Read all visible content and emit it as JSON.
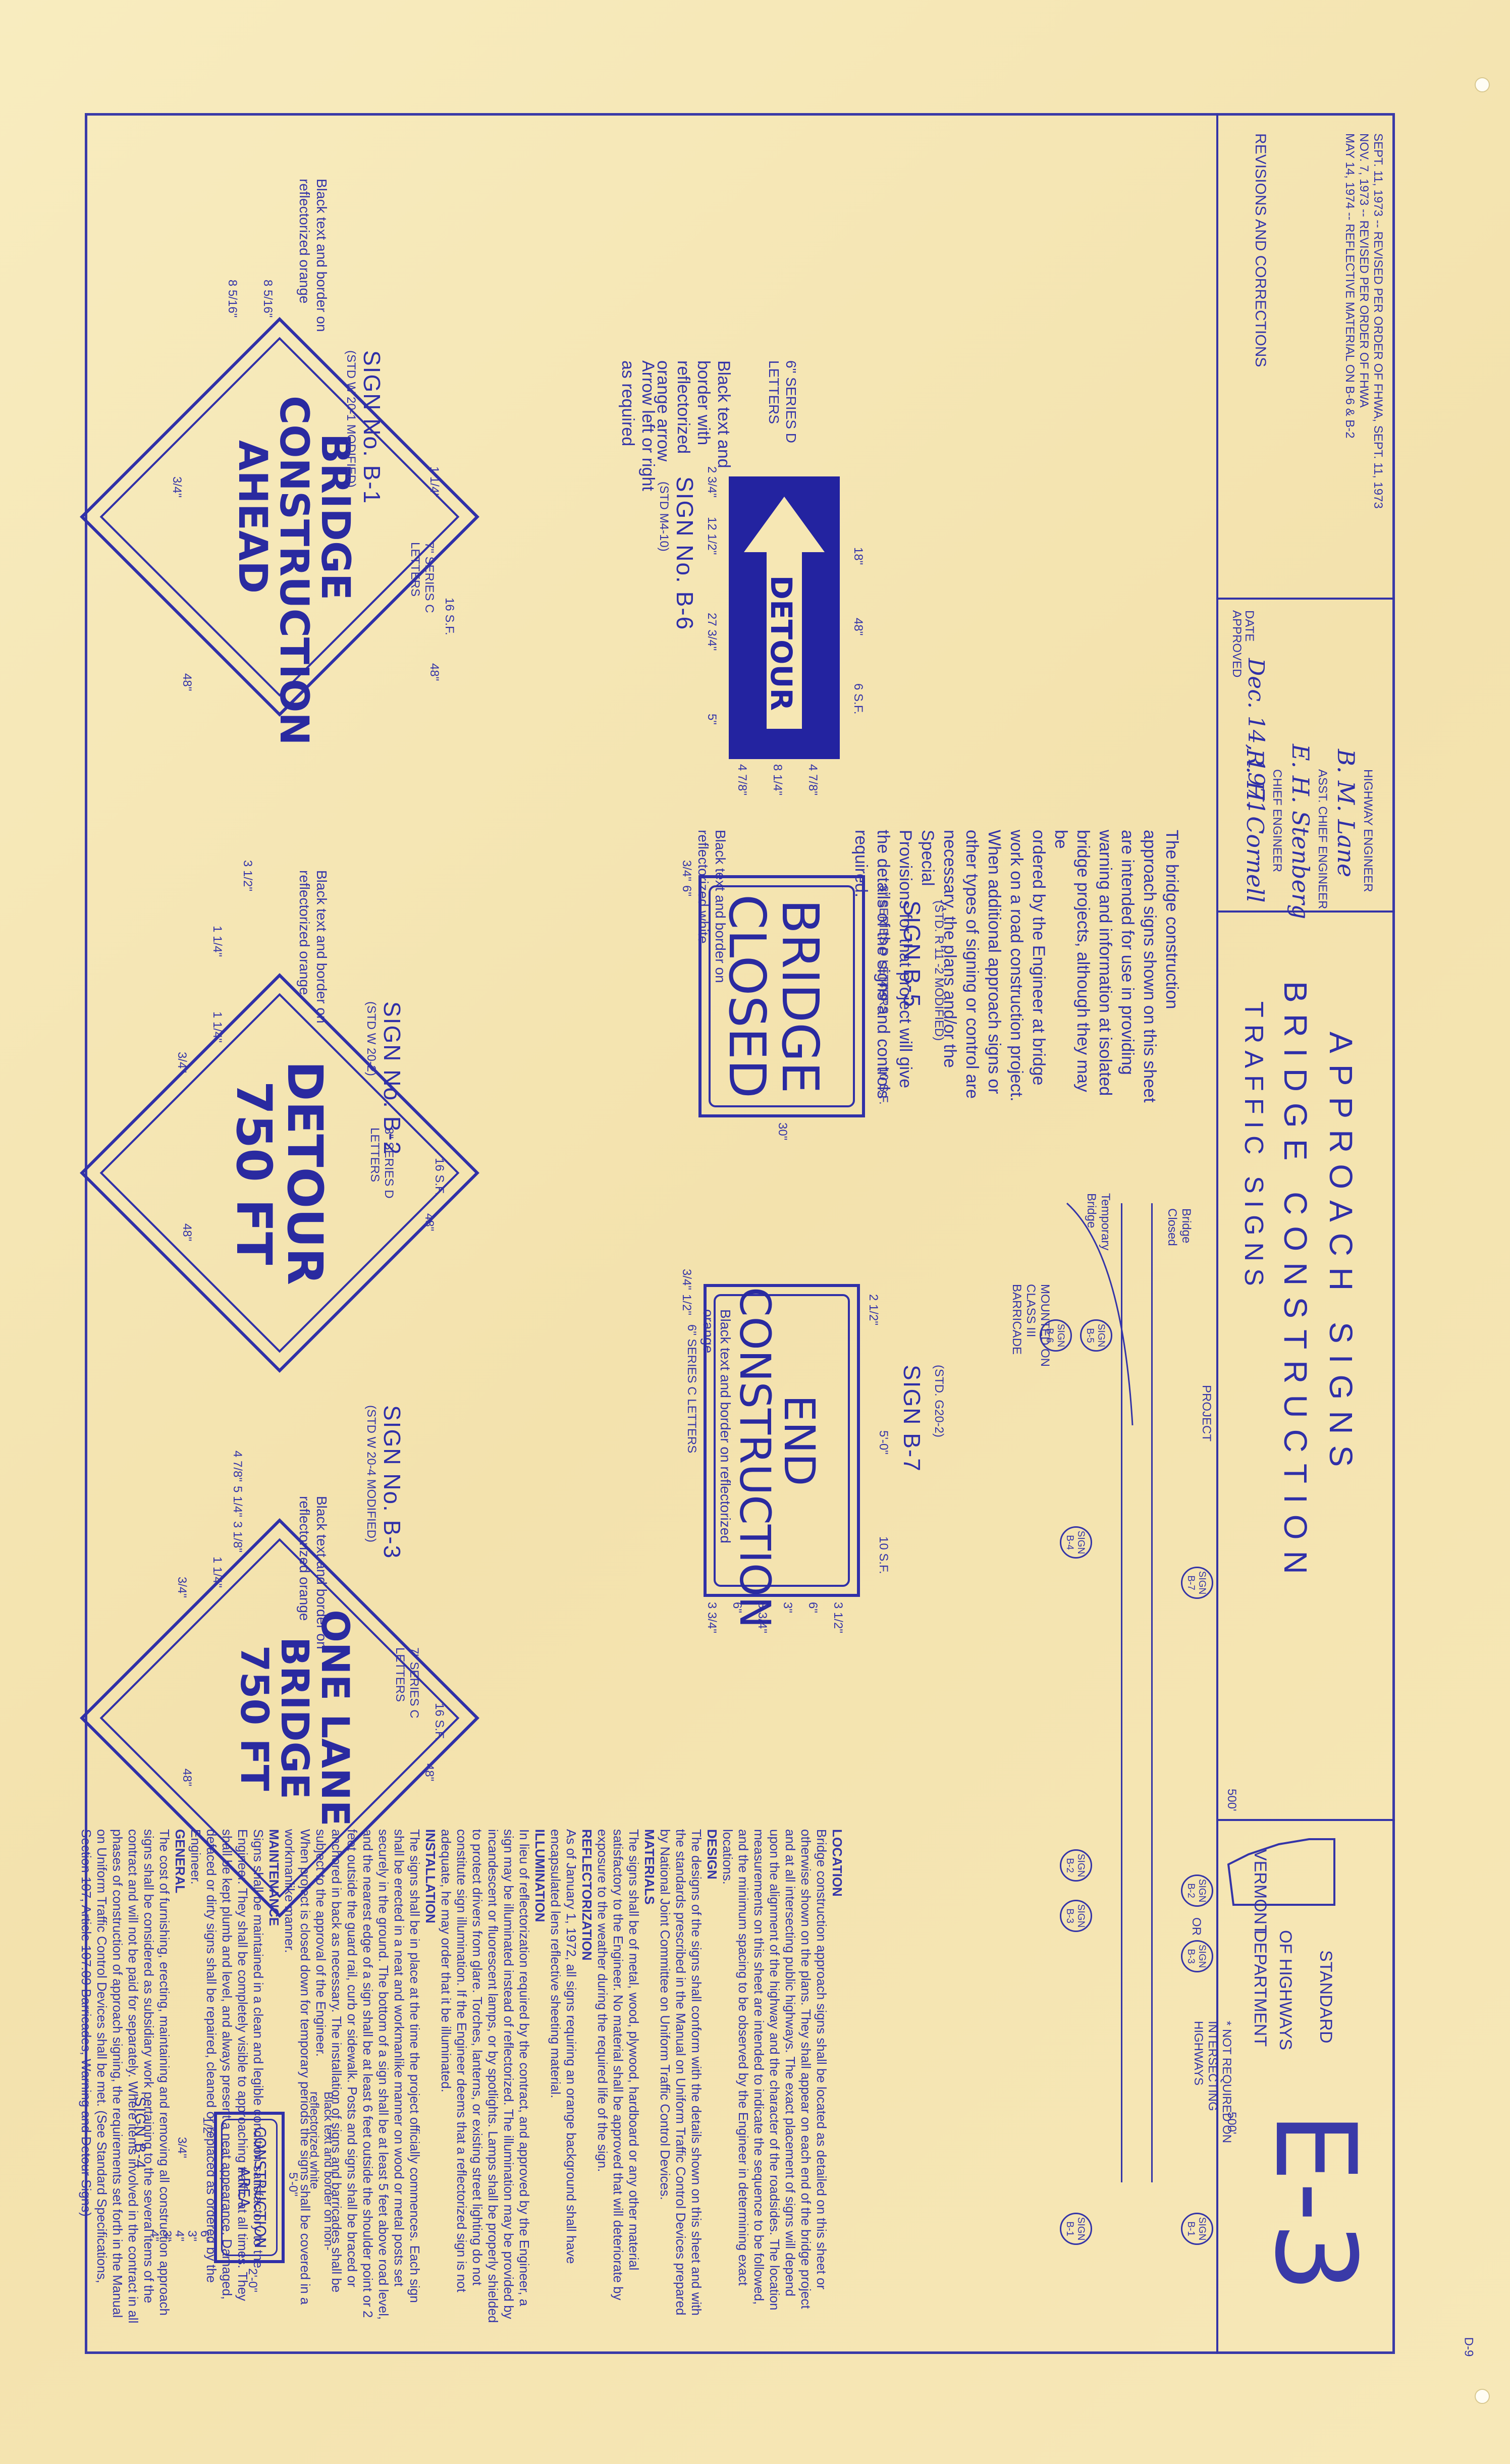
{
  "sheet": {
    "drawing_number": "E-3",
    "corner_mark": "D-9"
  },
  "signs": {
    "b1": {
      "note": "Black text and border on reflectorized orange",
      "lines": [
        "BRIDGE",
        "CONSTRUCTION",
        "AHEAD"
      ],
      "letters": "7\" SERIES C LETTERS",
      "name": "SIGN No. B-1",
      "std": "(STD W 20-1 MODIFIED)",
      "dims": [
        "8 5/16\"",
        "8 5/16\"",
        "1 1/4\"",
        "3/4\"",
        "16 S.F.",
        "48\"",
        "48\""
      ]
    },
    "b2": {
      "note": "Black text and border on reflectorized orange",
      "lines": [
        "DETOUR",
        "750 FT"
      ],
      "letters": "8\" SERIES D LETTERS",
      "name": "SIGN No. B-2",
      "std": "(STD W 20-2)",
      "dims": [
        "3 1/2\"",
        "1 1/4\"",
        "1 1/4\"",
        "3/4\"",
        "16 S.F.",
        "48\"",
        "48\""
      ]
    },
    "b3": {
      "note": "Black text and border on reflectorized orange",
      "lines": [
        "ONE LANE",
        "BRIDGE",
        "750 FT"
      ],
      "letters": "7\" SERIES C LETTERS",
      "name": "SIGN No. B-3",
      "std": "(STD W 20-4 MODIFIED)",
      "dims": [
        "4 7/8\"",
        "5 1/4\"",
        "3 1/8\"",
        "1 1/4\"",
        "3/4\"",
        "16 S.F.",
        "48\"",
        "48\""
      ]
    },
    "b4": {
      "name": "SIGN B-4",
      "lines": [
        "CONSTRUCTION",
        "AREA"
      ],
      "note": "Black text and border on non-reflectorized white",
      "dims": [
        "3/4\"",
        "1/2\"",
        "5'-0\"",
        "2'-0\"",
        "6\"",
        "3\"",
        "4\"",
        "3\"",
        "4\""
      ]
    },
    "b5": {
      "note": "Black text and border on reflectorized white",
      "lines": [
        "BRIDGE",
        "CLOSED"
      ],
      "letters": "8\" SERIES D LETTERS",
      "name": "SIGN B-5",
      "std": "(STD. R 11 -2 MODIFIED)",
      "dims": [
        "3/4\"",
        "6\"",
        "4'-0\"",
        "10 S.F.",
        "30\""
      ]
    },
    "b6": {
      "lines": [
        "DETOUR"
      ],
      "letters": "6\" SERIES D LETTERS",
      "note_lines": [
        "Black text and",
        "border with",
        "reflectorized",
        "orange arrow"
      ],
      "arrow_note": [
        "Arrow left or right",
        "as required"
      ],
      "name": "SIGN No. B-6",
      "std": "(STD M4-10)",
      "dims": [
        "2 3/4\"",
        "12 1/2\"",
        "27 3/4\"",
        "5\"",
        "18\"",
        "48\"",
        "6 S.F.",
        "4 7/8\"",
        "8 1/4\"",
        "4 7/8\""
      ]
    },
    "b7": {
      "note": "Black text and border on reflectorized orange",
      "lines": [
        "END",
        "CONSTRUCTION"
      ],
      "letters": "6\" SERIES C LETTERS",
      "name": "SIGN B-7",
      "std": "(STD. G20-2)",
      "dims": [
        "3/4\"",
        "1/2\"",
        "2 1/2\"",
        "5'-0\"",
        "10 S.F.",
        "3 1/2\"",
        "6\"",
        "3\"",
        "3 3/4\"",
        "6\"",
        "3 3/4\""
      ]
    }
  },
  "approach_note": [
    "The bridge construction",
    "approach signs shown on this sheet",
    "are intended for use in providing",
    "warning and information at isolated",
    "bridge projects, although they may be",
    "ordered by the Engineer at bridge",
    "work on a road construction project.",
    "When additional approach signs or",
    "other types of signing or control are",
    "necessary, the plans and/or the Special",
    "Provisions for that project will give",
    "the details of the signs and controls",
    "required."
  ],
  "layout": {
    "temporary_bridge": "Temporary Bridge",
    "bridge_closed": "Bridge Closed",
    "mounted_on": "MOUNTED ON CLASS III BARRICADE",
    "project": "PROJECT",
    "dist1": "500'",
    "dist2": "500'",
    "not_required": "* NOT REQUIRED ON INTERSECTING HIGHWAYS",
    "circles": [
      {
        "id": "b5",
        "text": "SIGN B-5"
      },
      {
        "id": "b6",
        "text": "SIGN B-6"
      },
      {
        "id": "b4a",
        "text": "SIGN B-4"
      },
      {
        "id": "b7",
        "text": "SIGN B-7"
      },
      {
        "id": "b2a",
        "text": "SIGN B-2"
      },
      {
        "id": "b3a",
        "text": "SIGN B-3"
      },
      {
        "id": "b2b",
        "text": "SIGN B-2"
      },
      {
        "id": "or",
        "text": "OR"
      },
      {
        "id": "b3b",
        "text": "SIGN B-3"
      },
      {
        "id": "b1a",
        "text": "SIGN B-1"
      },
      {
        "id": "b1b",
        "text": "SIGN B-1"
      }
    ]
  },
  "specs": {
    "location_head": "LOCATION",
    "location": "Bridge construction approach signs shall be located as detailed on this sheet or otherwise shown on the plans. They shall appear on each end of the bridge project and at all intersecting public highways. The exact placement of signs will depend upon the alignment of the highway and the character of the roadsides. The location measurements on this sheet are intended to indicate the sequence to be followed, and the minimum spacing to be observed by the Engineer in determining exact locations.",
    "design_head": "DESIGN",
    "design": "The designs of the signs shall conform with the details shown on this sheet and with the standards prescribed in the Manual on Uniform Traffic Control Devices prepared by National Joint Committee on Uniform Traffic Control Devices.",
    "materials_head": "MATERIALS",
    "materials": "The signs shall be of metal, wood, plywood, hardboard or any other material satisfactory to the Engineer. No material shall be approved that will deteriorate by exposure to the weather during the required life of the sign.",
    "reflect_head": "REFLECTORIZATION",
    "reflect": "As of January 1, 1972, all signs requiring an orange background shall have encapsulated lens reflective sheeting material.",
    "illum_head": "ILLUMINATION",
    "illum": "In lieu of reflectorization required by the contract, and approved by the Engineer, a sign may be illuminated instead of reflectorized. The illumination may be provided by incandescent or fluorescent lamps, or by spotlights. Lamps shall be properly shielded to protect drivers from glare. Torches, lanterns, or existing street lighting do not constitute sign illumination. If the Engineer deems that a reflectorized sign is not adequate, he may order that it be illuminated.",
    "install_head": "INSTALLATION",
    "install": "The signs shall be in place at the time the project officially commences. Each sign shall be erected in a neat and workmanlike manner on wood or metal posts set securely in the ground. The bottom of a sign shall be at least 5 feet above road level, and the nearest edge of a sign shall be at least 6 feet outside the shoulder point or 2 feet outside the guard rail, curb or sidewalk. Posts and signs shall be braced or anchored in back as necessary. The installation of signs and barricades shall be subject to the approval of the Engineer.",
    "install2": "When project is closed down for temporary periods the signs shall be covered in a workmanlike manner.",
    "maint_head": "MAINTENANCE",
    "maint": "Signs shall be maintained in a clean and legible condition satisfactory to the Engineer. They shall be completely visible to approaching traffic at all times. They shall be kept plumb and level, and always present a neat appearance. Damaged, defaced or dirty signs shall be repaired, cleaned or replaced as ordered by the Engineer.",
    "general_head": "GENERAL",
    "general": "The cost of furnishing, erecting, maintaining and removing all construction approach signs shall be considered as subsidiary work pertaining to the several items of the contract and will not be paid for separately. Where items involved in the contract in all phases of construction of approach signing, the requirements set forth in the Manual on Uniform Traffic Control Devices shall be met. (See Standard Specifications, Section 107, Article 107.09 Barricades, Warning and Detour Signs)"
  },
  "revisions": {
    "title": "REVISIONS AND CORRECTIONS",
    "lines": [
      "SEPT. 11, 1973 -- REVISED PER ORDER OF FHWA, SEPT. 11, 1973",
      "NOV. 7, 1973 -- REVISED PER ORDER OF FHWA",
      "MAY 14, 1974 -- REFLECTIVE MATERIAL ON B-6 & B-2"
    ]
  },
  "approval": {
    "approved": "APPROVED",
    "date_label": "DATE",
    "date": "Dec. 14, 1971",
    "chief_sig": "R. H. Cornell",
    "chief": "CHIEF ENGINEER",
    "asst_sig": "E. H. Stenberg",
    "asst": "ASST. CHIEF ENGINEER",
    "hwy_sig": "B. M. Lane",
    "hwy": "HIGHWAY ENGINEER"
  },
  "title": {
    "line1": "TRAFFIC SIGNS",
    "line2": "BRIDGE CONSTRUCTION",
    "line3": "APPROACH SIGNS"
  },
  "agency": {
    "state": "VERMONT",
    "dept1": "DEPARTMENT",
    "dept2": "OF HIGHWAYS",
    "standard": "STANDARD"
  },
  "colors": {
    "ink": "#2f2fa8",
    "paper": "#f6e7b4",
    "detour_fill": "#2323a0"
  }
}
